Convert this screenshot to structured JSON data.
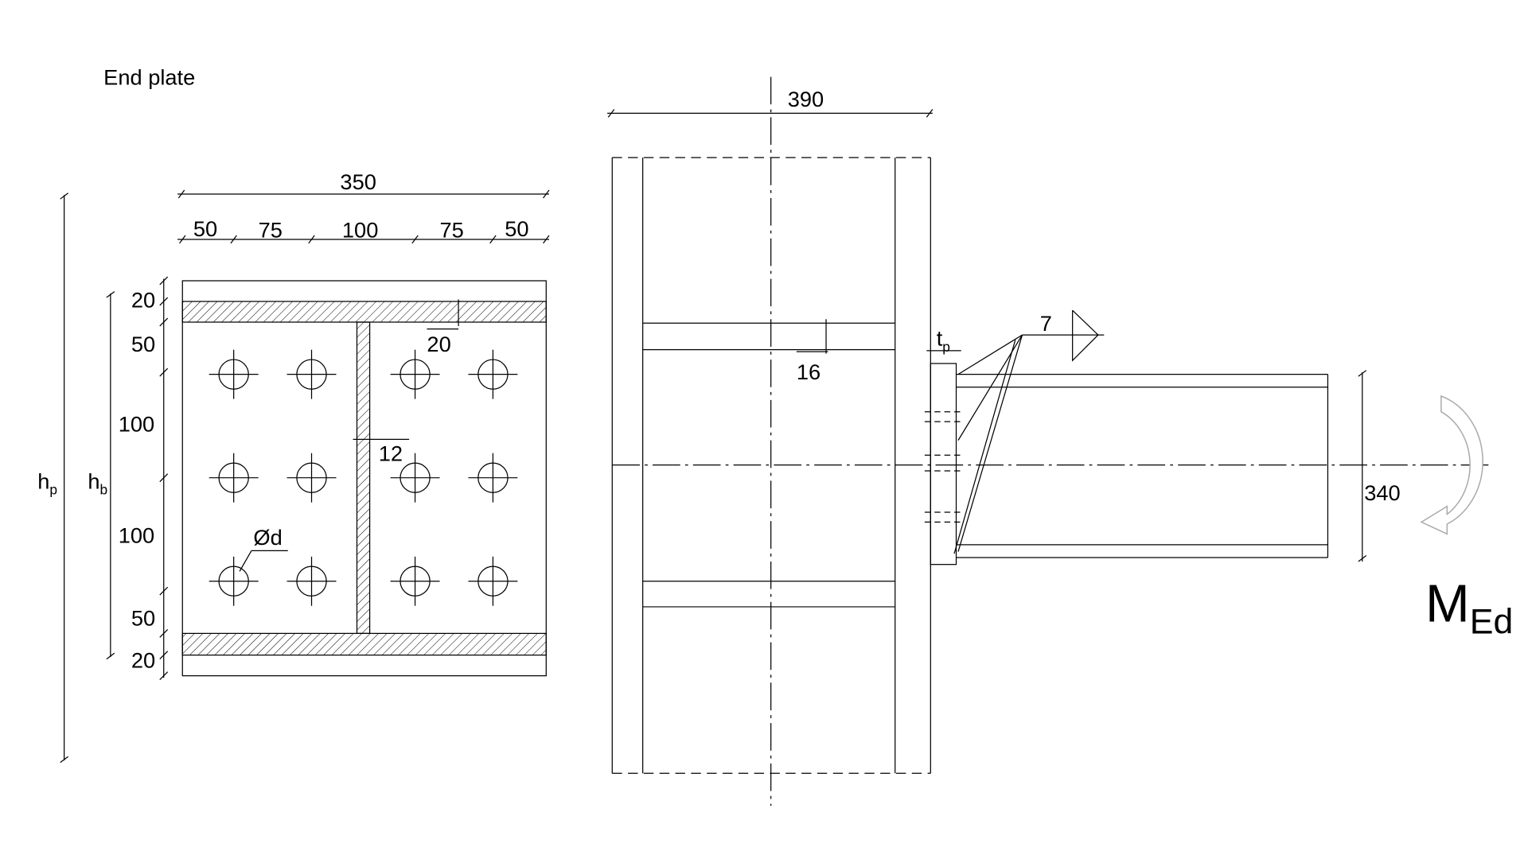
{
  "title": "End plate",
  "plate_view": {
    "width_total": "350",
    "width_parts": [
      "50",
      "75",
      "100",
      "75",
      "50"
    ],
    "height_parts": [
      "20",
      "50",
      "100",
      "100",
      "50",
      "20"
    ],
    "hp": {
      "main": "h",
      "sub": "p"
    },
    "hb": {
      "main": "h",
      "sub": "b"
    },
    "flange_thickness": "20",
    "web_thickness": "12",
    "bolt_diameter": "Ød"
  },
  "elevation": {
    "column_width": "390",
    "stiffener_thickness": "16",
    "plate_thickness": {
      "main": "t",
      "sub": "p"
    },
    "weld_size": "7",
    "beam_depth": "340",
    "moment": {
      "main": "M",
      "sub": "Ed"
    },
    "moment_arrow_color": "#aaaaaa"
  }
}
